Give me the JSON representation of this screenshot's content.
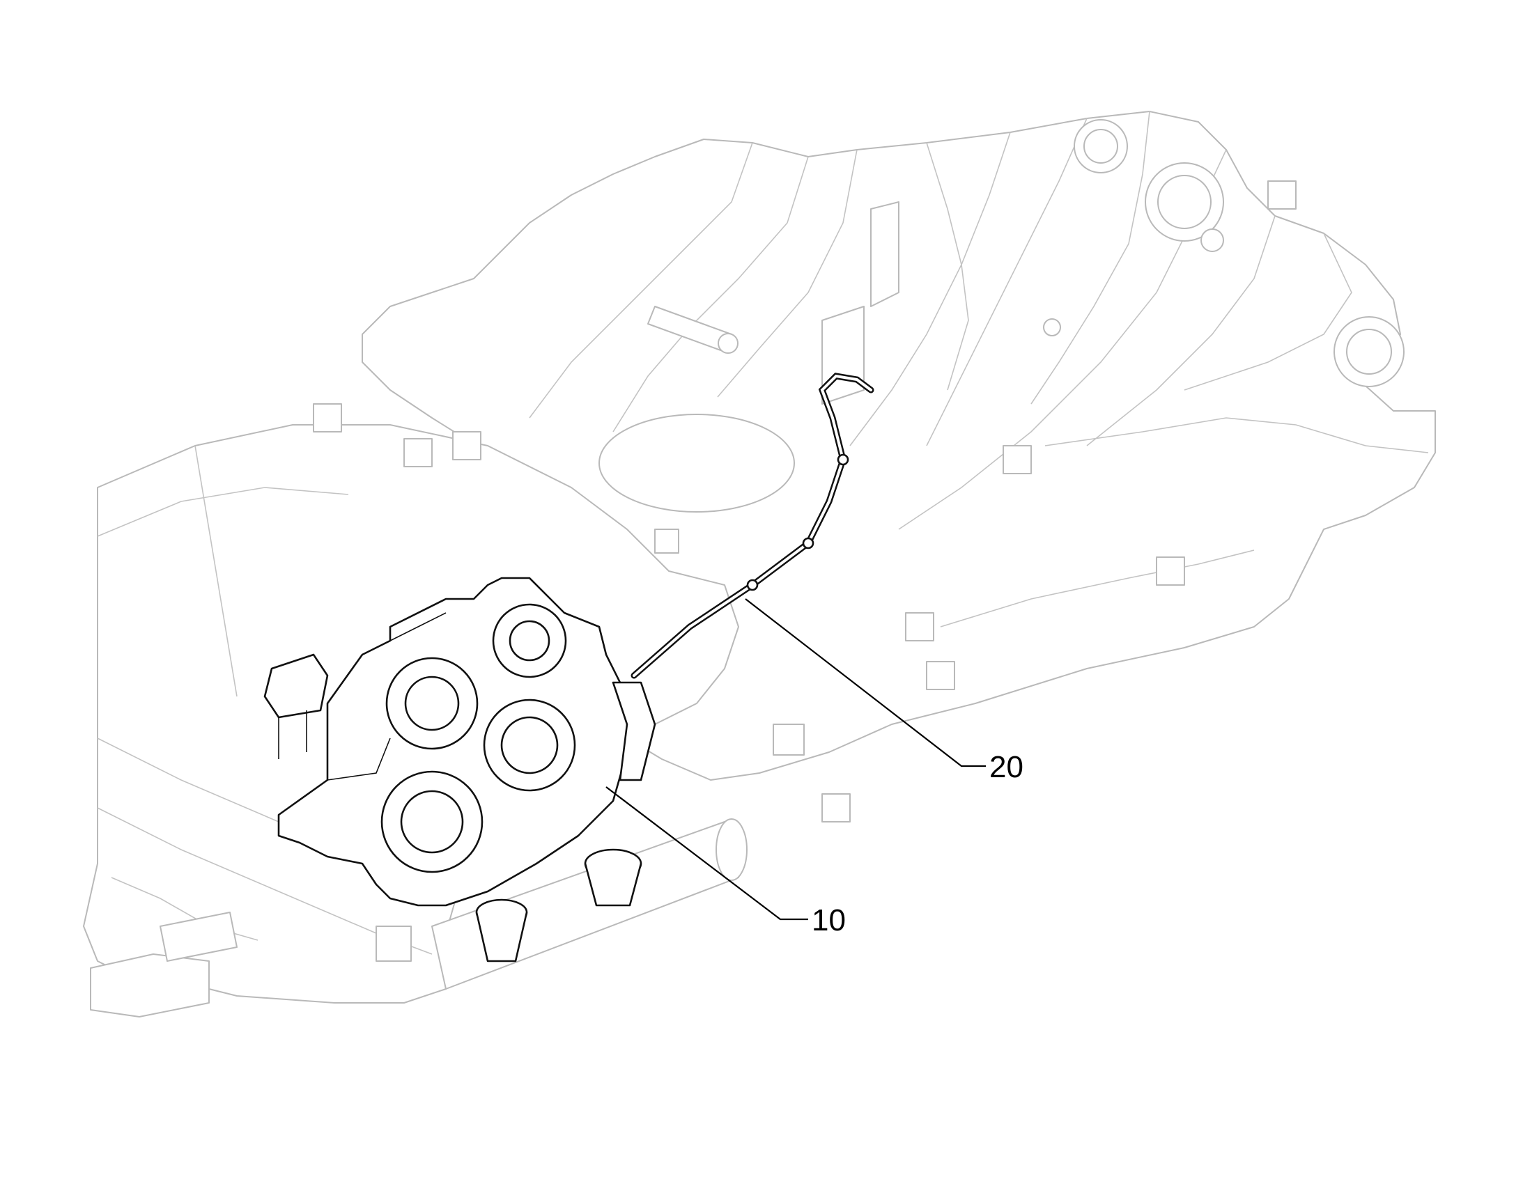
{
  "callouts": [
    {
      "id": "hose",
      "label": "20"
    },
    {
      "id": "transmission",
      "label": "10"
    }
  ]
}
